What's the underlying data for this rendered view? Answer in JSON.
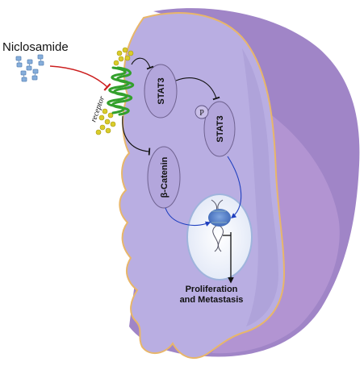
{
  "diagram": {
    "drug_label": "Niclosamide",
    "receptor_label": "receptor",
    "stat3_label": "STAT3",
    "phospho_label": "P",
    "phospho_stat3_label": "STAT3",
    "catenin_label": "β-Catenin",
    "outcome_line1": "Proliferation",
    "outcome_line2": "and Metastasis"
  },
  "colors": {
    "cell_front": "#b9aee2",
    "cell_back": "#9f82c4",
    "cell_outline": "#e8b66a",
    "receptor": "#33a02c",
    "receptor_beads": "#d9cc2a",
    "drug_molecule": "#86aedb",
    "inhibition_line": "#cc1f1f",
    "nucleus": "#eef2fb",
    "nucleus_border": "#9fb4dc",
    "arrow_blue": "#1f3fbf"
  }
}
